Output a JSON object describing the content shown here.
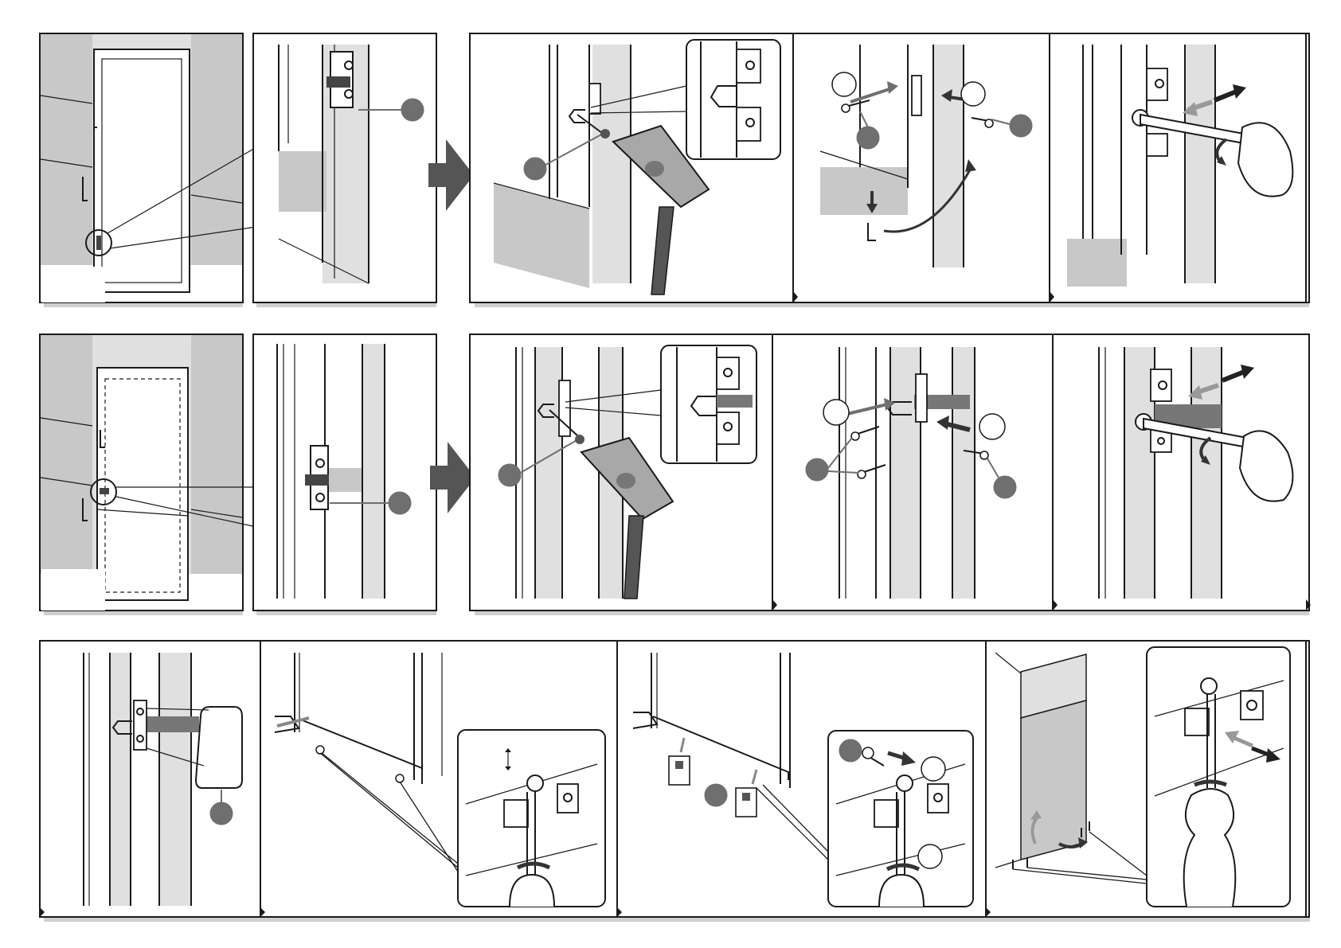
{
  "document": {
    "type": "installation-instructions",
    "rows": [
      {
        "name": "row-1-upper-hinge",
        "panels": [
          "overview-upper",
          "hinge-detail-upper",
          "hammer-bracket-upper",
          "screws-upper",
          "screwdriver-adjust-upper"
        ]
      },
      {
        "name": "row-2-lower-hinge",
        "panels": [
          "overview-lower",
          "hinge-detail-lower",
          "hammer-bracket-lower",
          "screws-lower",
          "screwdriver-adjust-lower"
        ]
      },
      {
        "name": "row-3-finishing",
        "panels": [
          "cover-cap",
          "door-adjust-screwdriver",
          "base-clips",
          "plinth-adjust"
        ]
      }
    ],
    "colors": {
      "frame": "#1a1a1a",
      "light_gray": "#e0e0e0",
      "mid_gray": "#a8a8a8",
      "dark_gray": "#6e6e6e",
      "shadow": "#cfcfcf",
      "step_arrow": "#555555"
    }
  }
}
